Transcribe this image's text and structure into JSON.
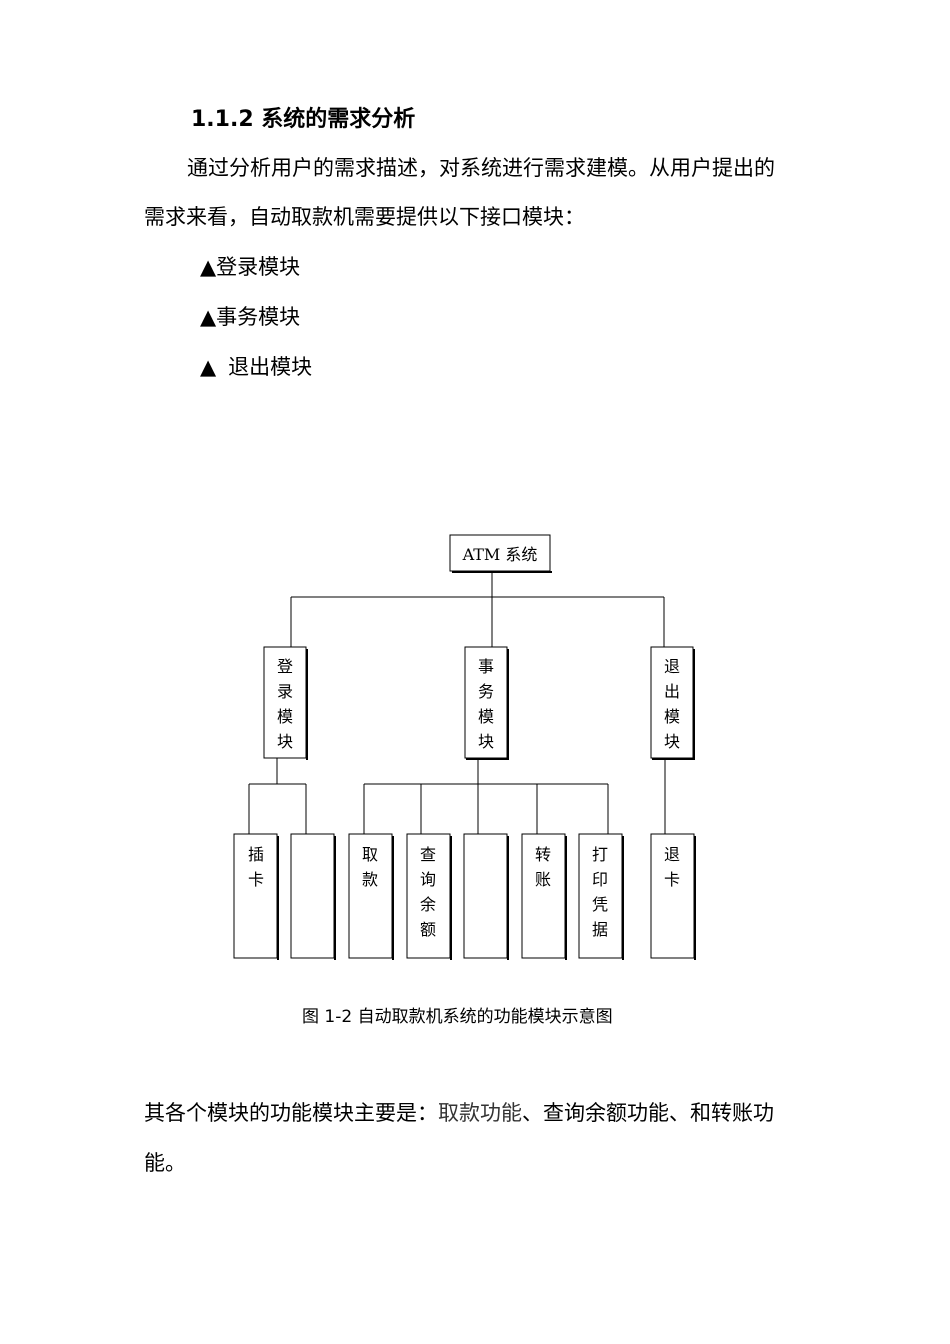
{
  "heading": "1.1.2 系统的需求分析",
  "intro": {
    "line1": "通过分析用户的需求描述，对系统进行需求建模。从用户提出的",
    "line2": "需求来看，自动取款机需要提供以下接口模块："
  },
  "bullets": [
    {
      "marker": "▲",
      "text": "登录模块"
    },
    {
      "marker": "▲",
      "text": "事务模块"
    },
    {
      "marker": "▲",
      "text": "退出模块"
    }
  ],
  "diagram": {
    "root": "ATM 系统",
    "modules": [
      "登录模块",
      "事务模块",
      "退出模块"
    ],
    "leaves": [
      "插卡",
      "",
      "取款",
      "查询余额",
      "",
      "转账",
      "打印凭据",
      "退卡"
    ]
  },
  "caption": "图 1-2 自动取款机系统的功能模块示意图",
  "summary": {
    "prefix": "其各个模块的功能模块主要是：",
    "serif_part": "取款功能",
    "suffix": "、查询余额功能、和转账功",
    "line2": "能。"
  }
}
